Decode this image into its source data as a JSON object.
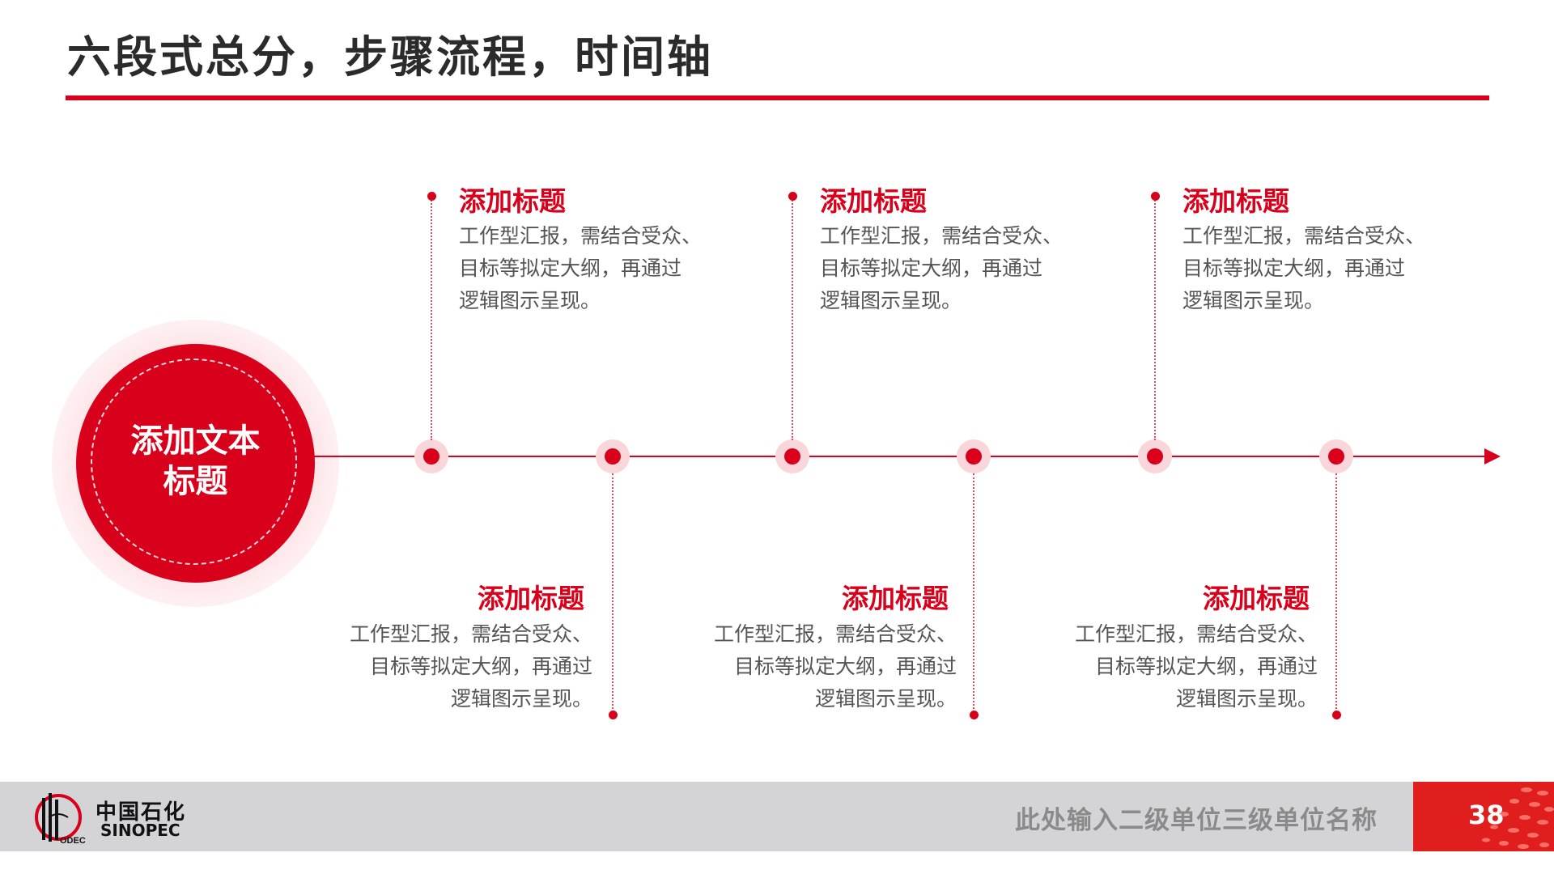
{
  "header": {
    "title": "六段式总分，步骤流程，时间轴",
    "accent_color": "#d9001b"
  },
  "center": {
    "line1": "添加文本",
    "line2": "标题"
  },
  "steps": [
    {
      "title": "添加标题",
      "body": "工作型汇报，需结合受众、\n目标等拟定大纲，再通过\n逻辑图示呈现。"
    },
    {
      "title": "添加标题",
      "body": "工作型汇报，需结合受众、\n目标等拟定大纲，再通过\n逻辑图示呈现。"
    },
    {
      "title": "添加标题",
      "body": "工作型汇报，需结合受众、\n目标等拟定大纲，再通过\n逻辑图示呈现。"
    },
    {
      "title": "添加标题",
      "body": "工作型汇报，需结合受众、\n目标等拟定大纲，再通过\n逻辑图示呈现。"
    },
    {
      "title": "添加标题",
      "body": "工作型汇报，需结合受众、\n目标等拟定大纲，再通过\n逻辑图示呈现。"
    },
    {
      "title": "添加标题",
      "body": "工作型汇报，需结合受众、\n目标等拟定大纲，再通过\n逻辑图示呈现。"
    }
  ],
  "footer": {
    "logo_cn": "中国石化",
    "logo_en": "SINOPEC",
    "unit_name": "此处输入二级单位三级单位名称",
    "page_number": "38",
    "logo_icon": "sinopec-logo-icon"
  }
}
